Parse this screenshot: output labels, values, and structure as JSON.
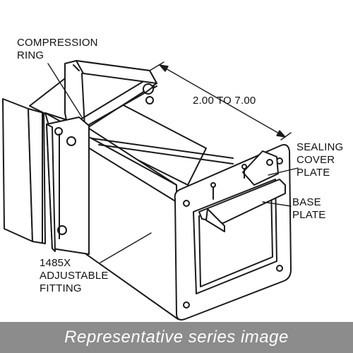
{
  "diagram": {
    "labels": {
      "compression_ring_1": "COMPRESSION",
      "compression_ring_2": "RING",
      "dimension": "2.00 TO 7.00",
      "sealing_cover_plate_1": "SEALING",
      "sealing_cover_plate_2": "COVER",
      "sealing_cover_plate_3": "PLATE",
      "base_plate_1": "BASE",
      "base_plate_2": "PLATE",
      "fitting_1": "1485X",
      "fitting_2": "ADJUSTABLE",
      "fitting_3": "FITTING"
    },
    "caption": "Representative series image",
    "colors": {
      "line": "#1a1a1a",
      "caption_bar": "#8c8c8c",
      "caption_text": "#ffffff",
      "background": "#ffffff"
    }
  }
}
